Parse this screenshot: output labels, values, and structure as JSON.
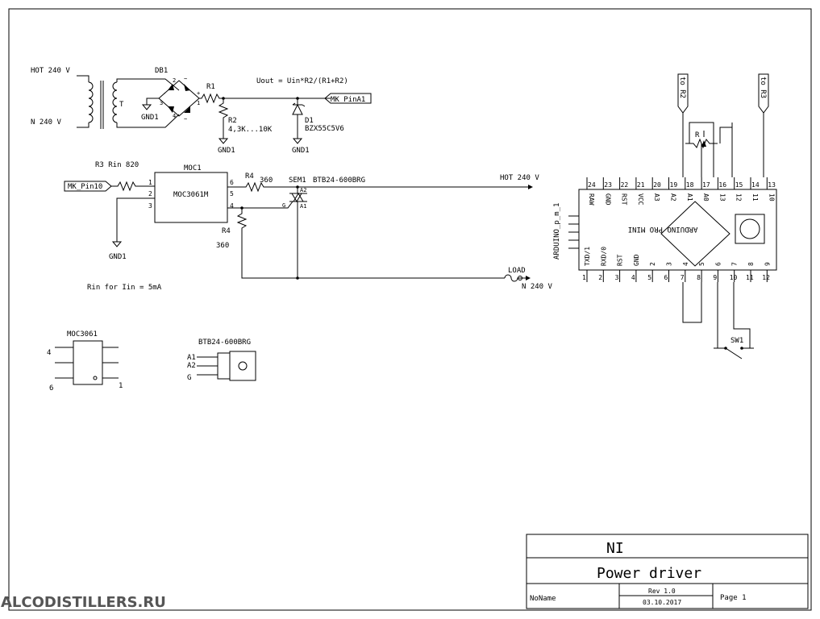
{
  "power": {
    "hot_in": "HOT 240 V",
    "n_in": "N 240 V",
    "transformer": "T",
    "bridge": "DB1",
    "bridge_pins": {
      "p1": "1",
      "p2": "2",
      "p3": "3",
      "p4": "4",
      "plus": "+",
      "minus": "-",
      "ac1": "~",
      "ac2": "~"
    },
    "gnd": "GND1"
  },
  "divider": {
    "formula": "Uout = Uin*R2/(R1+R2)",
    "r1": "R1",
    "r2": "R2",
    "r2_value": "4,3K...10K",
    "d1": "D1",
    "d1_part": "BZX55C5V6",
    "net": "MK_PinA1"
  },
  "driver": {
    "net_in": "MK_Pin10",
    "r3": "R3 Rin 820",
    "moc": "MOC1",
    "moc_part": "MOC3061M",
    "moc_pins": [
      "1",
      "2",
      "3",
      "6",
      "5",
      "4"
    ],
    "r4_top": "R4",
    "r4_top_value": "360",
    "triac": "SEM1",
    "triac_part": "BTB24-600BRG",
    "triac_a2": "A2",
    "triac_a1": "A1",
    "triac_g": "G",
    "hot_out": "HOT 240 V",
    "r4_side": "R4",
    "r4_side_value": "360",
    "load": "LOAD",
    "n_out": "N 240 V",
    "note": "Rin for Iin = 5mA"
  },
  "packages": {
    "moc_title": "MOC3061",
    "moc_pins": [
      "4",
      "6",
      "1"
    ],
    "triac_title": "BTB24-600BRG",
    "triac_pins": [
      "A1",
      "A2",
      "G"
    ]
  },
  "arduino": {
    "name": "ARDUINO PRO MINI",
    "ref": "ARDUINO_p_m_1",
    "top_numbers": [
      "24",
      "23",
      "22",
      "21",
      "20",
      "19",
      "18",
      "17",
      "16",
      "15",
      "14",
      "13"
    ],
    "top_labels": [
      "RAW",
      "GND",
      "RST",
      "VCC",
      "A3",
      "A2",
      "A1",
      "A0",
      "13",
      "12",
      "11",
      "10"
    ],
    "bottom_labels": [
      "TXD/1",
      "RXD/0",
      "RST",
      "GND",
      "2",
      "3",
      "4",
      "5",
      "6",
      "7",
      "8",
      "9"
    ],
    "bottom_numbers": [
      "1",
      "2",
      "3",
      "4",
      "5",
      "6",
      "7",
      "8",
      "9",
      "10",
      "11",
      "12"
    ],
    "pot": "R",
    "to_r2": "to R2",
    "to_r3": "to R3",
    "switch": "SW1"
  },
  "titleblock": {
    "company": "NI",
    "title": "Power driver",
    "author": "NoName",
    "rev": "Rev 1.0",
    "date": "03.10.2017",
    "page": "Page 1"
  },
  "watermark": "ALCODISTILLERS.RU"
}
